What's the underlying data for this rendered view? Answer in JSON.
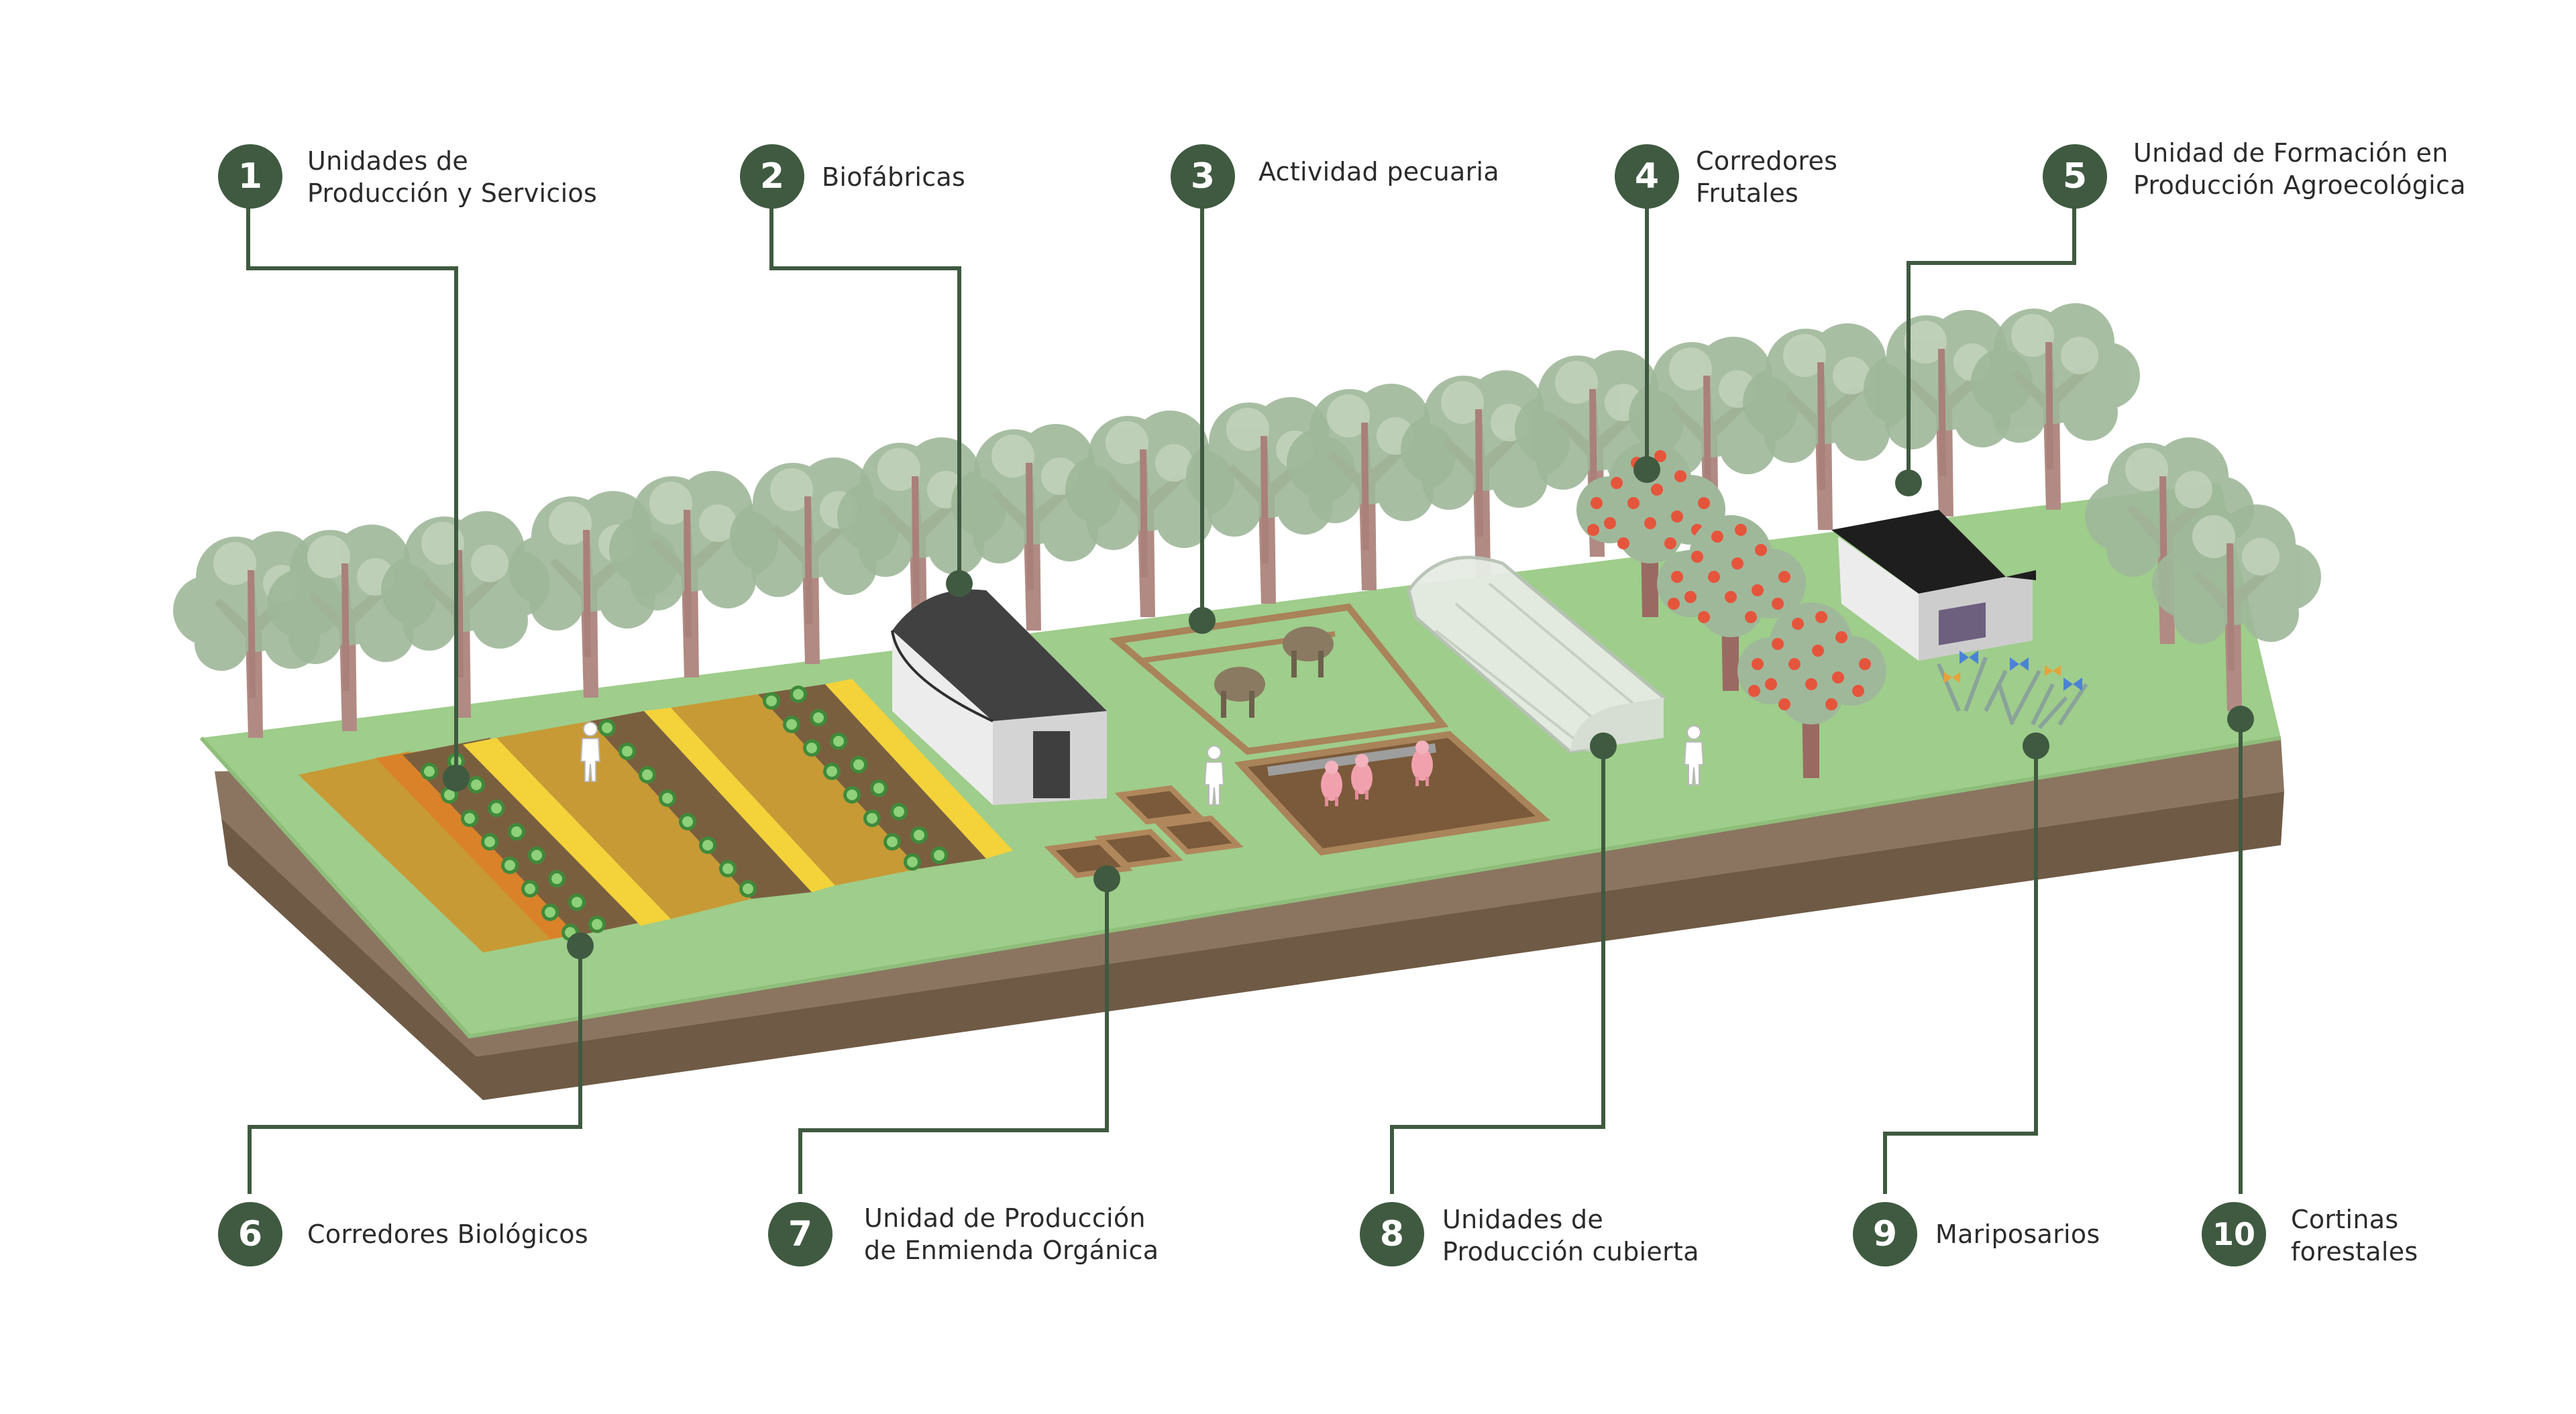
{
  "colors": {
    "accent": "#3f5a40",
    "grass": "#9fcd8b",
    "soil": "#7d6a52",
    "text": "#2b2b2b"
  },
  "items": [
    {
      "number": "1",
      "lines": [
        "Unidades de",
        "Producción y Servicios"
      ]
    },
    {
      "number": "2",
      "lines": [
        "Biofábricas"
      ]
    },
    {
      "number": "3",
      "lines": [
        "Actividad pecuaria"
      ]
    },
    {
      "number": "4",
      "lines": [
        "Corredores",
        "Frutales"
      ]
    },
    {
      "number": "5",
      "lines": [
        "Unidad de Formación en",
        "Producción Agroecológica"
      ]
    },
    {
      "number": "6",
      "lines": [
        "Corredores Biológicos"
      ]
    },
    {
      "number": "7",
      "lines": [
        "Unidad de Producción",
        "de Enmienda Orgánica"
      ]
    },
    {
      "number": "8",
      "lines": [
        "Unidades de",
        "Producción cubierta"
      ]
    },
    {
      "number": "9",
      "lines": [
        "Mariposarios"
      ]
    },
    {
      "number": "10",
      "lines": [
        "Cortinas",
        "forestales"
      ]
    }
  ]
}
